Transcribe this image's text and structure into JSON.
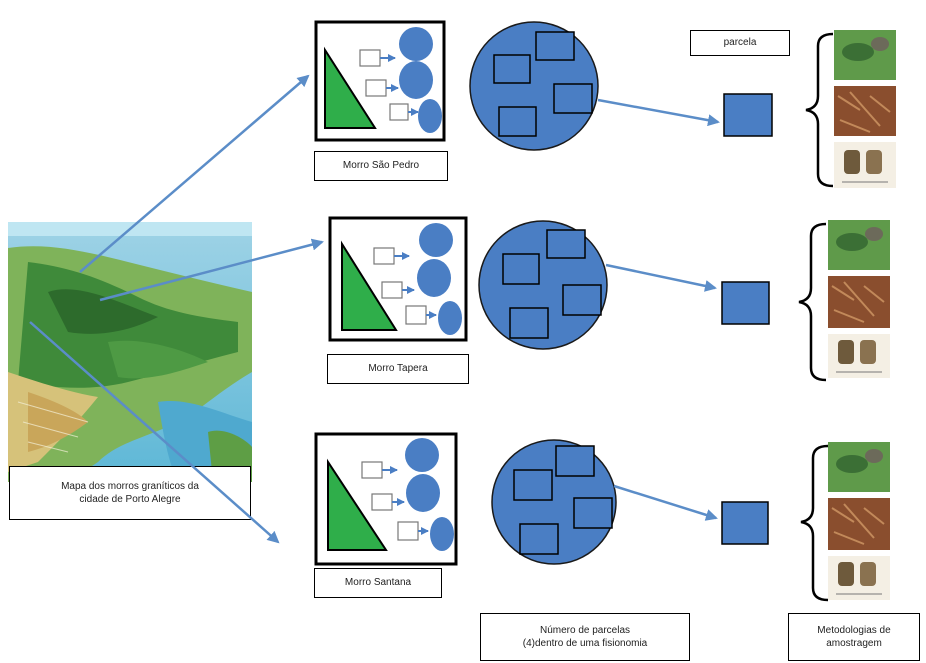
{
  "map": {
    "caption_line1": "Mapa dos morros  graníticos da",
    "caption_line2": "cidade de Porto Alegre"
  },
  "rows": [
    {
      "hill_label": "Morro  São Pedro"
    },
    {
      "hill_label": "Morro  Tapera"
    },
    {
      "hill_label": "Morro  Santana"
    }
  ],
  "parcela_label": "parcela",
  "parcel_count_caption": {
    "line1": "Número  de parcelas",
    "line2": "(4)dentro  de uma fisionomia"
  },
  "methods_caption": {
    "line1": "Metodologias de",
    "line2": "amostragem"
  },
  "colors": {
    "node_blue": "#4a7ec4",
    "arrow_blue": "#5b8dc8",
    "triangle_green": "#2fae4a",
    "outline": "#000000"
  }
}
